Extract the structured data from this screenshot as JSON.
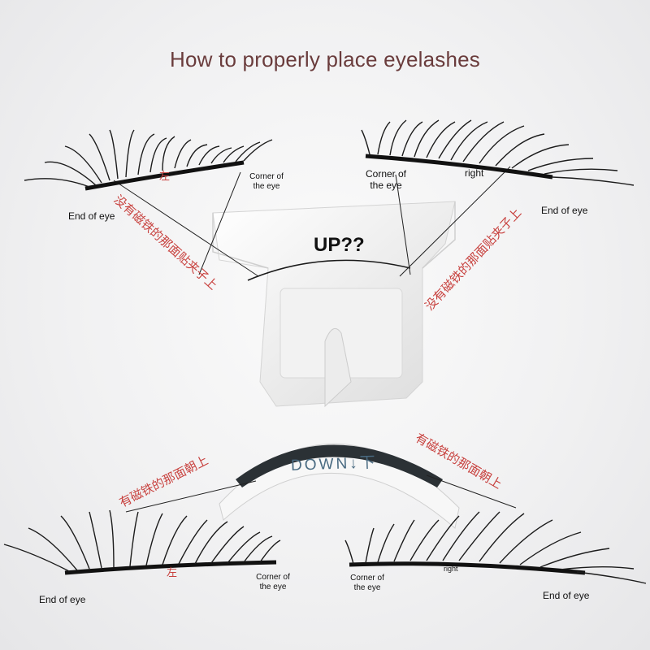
{
  "title": "How to properly place eyelashes",
  "clip": {
    "up_label": "UP??",
    "down_label": "DOWN↓下"
  },
  "top_left": {
    "end_label": "End of eye",
    "side_label": "左",
    "corner_label_1": "Corner of",
    "corner_label_2": "the eye",
    "instruction": "没有磁铁的那面贴夹子上"
  },
  "top_right": {
    "corner_label_1": "Corner of",
    "corner_label_2": "the eye",
    "side_label": "right",
    "end_label": "End of eye",
    "instruction": "没有磁铁的那面贴夹子上"
  },
  "bottom_left": {
    "instruction": "有磁铁的那面朝上",
    "end_label": "End of eye",
    "side_label": "左",
    "corner_label_1": "Corner of",
    "corner_label_2": "the eye"
  },
  "bottom_right": {
    "instruction": "有磁铁的那面朝上",
    "corner_label_1": "Corner of",
    "corner_label_2": "the eye",
    "side_label": "right",
    "end_label": "End of eye"
  }
}
